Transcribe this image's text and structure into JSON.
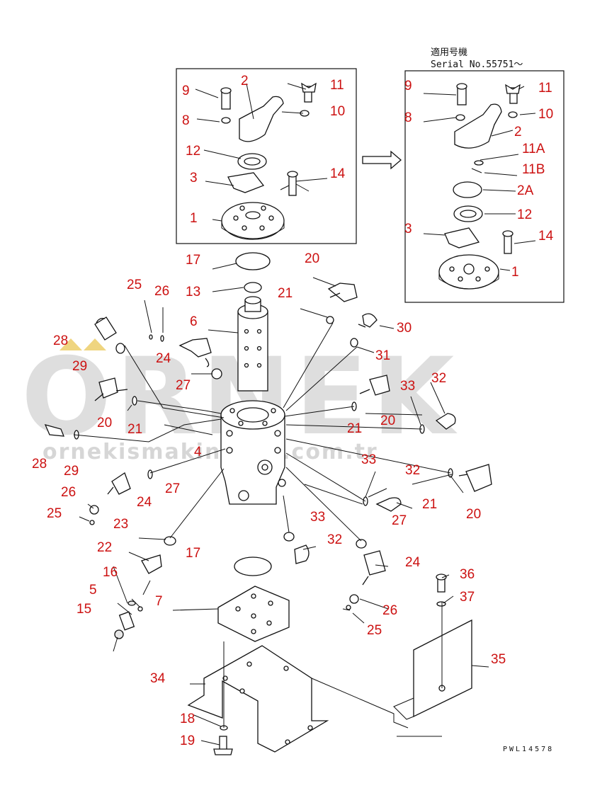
{
  "header": {
    "applicable_text": "適用号機",
    "serial_text": "Serial No.55751～"
  },
  "watermark": {
    "brand": "ORNEK",
    "url": "ornekismakinalari.com.tr"
  },
  "drawing_code": "PWL14578",
  "callouts": {
    "left_box": [
      "9",
      "2",
      "11",
      "8",
      "10",
      "12",
      "3",
      "14",
      "1"
    ],
    "right_box": [
      "9",
      "11",
      "8",
      "10",
      "2",
      "11A",
      "11B",
      "2A",
      "12",
      "3",
      "14",
      "1"
    ],
    "main": [
      "17",
      "20",
      "25",
      "26",
      "13",
      "21",
      "6",
      "30",
      "28",
      "24",
      "31",
      "29",
      "27",
      "32",
      "33",
      "20",
      "21",
      "20",
      "21",
      "28",
      "29",
      "4",
      "33",
      "32",
      "26",
      "24",
      "27",
      "21",
      "20",
      "25",
      "23",
      "27",
      "33",
      "22",
      "17",
      "32",
      "24",
      "16",
      "5",
      "7",
      "26",
      "15",
      "25",
      "36",
      "37",
      "35",
      "34",
      "18",
      "19"
    ]
  },
  "colors": {
    "callout": "#cc1111",
    "line": "#111111",
    "watermark": "#9a9a9a"
  }
}
